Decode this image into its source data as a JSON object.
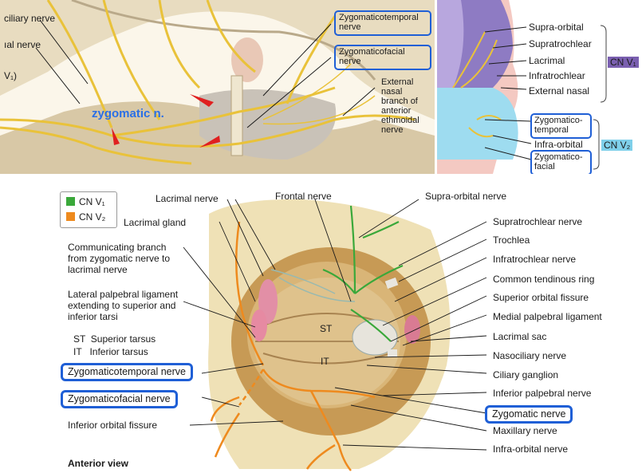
{
  "top_left": {
    "labels": {
      "ciliary": "ciliary nerve",
      "lacrimal_partial": "ıal nerve",
      "v1_partial": "V₁)",
      "zygomatic_n": "zygomatic n.",
      "zygomaticotemporal": "Zygomaticotemporal nerve",
      "zygomaticofacial": "Zygomaticofacial nerve",
      "external_nasal": "External nasal branch of anterior ethmoidal nerve"
    }
  },
  "top_right": {
    "labels": {
      "supra_orbital": "Supra-orbital",
      "supratrochlear": "Supratrochlear",
      "lacrimal": "Lacrimal",
      "infratrochlear": "Infratrochlear",
      "external_nasal": "External nasal",
      "zygomaticotemporal": "Zygomatico-temporal",
      "infra_orbital": "Infra-orbital",
      "zygomaticofacial": "Zygomatico-facial",
      "cn_v1": "CN V₁",
      "cn_v2": "CN V₂"
    },
    "colors": {
      "v1": "#7a5fb0",
      "v2": "#7fd0ea"
    }
  },
  "bottom": {
    "legend": [
      {
        "label": "CN V₁",
        "color": "#3aa83a"
      },
      {
        "label": "CN V₂",
        "color": "#ee8a1e"
      }
    ],
    "left_labels": {
      "lacrimal_nerve": "Lacrimal nerve",
      "lacrimal_gland": "Lacrimal gland",
      "communicating": "Communicating branch from zygomatic nerve to lacrimal nerve",
      "lateral_palpebral": "Lateral palpebral ligament extending to superior and inferior tarsi",
      "st_def": "ST  Superior tarsus",
      "it_def": "IT   Inferior tarsus",
      "zygomaticotemporal": "Zygomaticotemporal nerve",
      "zygomaticofacial": "Zygomaticofacial nerve",
      "inferior_orbital_fissure": "Inferior orbital fissure",
      "view": "Anterior view"
    },
    "top_labels": {
      "frontal_nerve": "Frontal nerve",
      "supra_orbital_nerve": "Supra-orbital nerve"
    },
    "right_labels": {
      "supratrochlear": "Supratrochlear nerve",
      "trochlea": "Trochlea",
      "infratrochlear": "Infratrochlear nerve",
      "common_tendinous": "Common tendinous ring",
      "superior_orbital_fissure": "Superior orbital fissure",
      "medial_palpebral": "Medial palpebral ligament",
      "lacrimal_sac": "Lacrimal sac",
      "nasociliary": "Nasociliary nerve",
      "ciliary_ganglion": "Ciliary ganglion",
      "inferior_palpebral": "Inferior palpebral nerve",
      "zygomatic_nerve": "Zygomatic nerve",
      "maxillary": "Maxillary nerve",
      "infra_orbital": "Infra-orbital nerve"
    },
    "eye_labels": {
      "st": "ST",
      "it": "IT"
    }
  }
}
